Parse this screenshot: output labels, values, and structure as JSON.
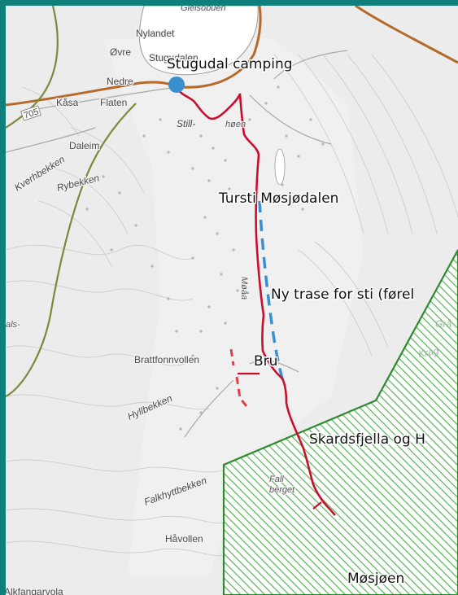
{
  "map": {
    "route_labels": {
      "camping": "Stugudal camping",
      "tursti": "Tursti Møsjødalen",
      "ny_trase": "Ny trase for sti (førel",
      "bru": "Bru",
      "skardsfjella": "Skardsfjella og H",
      "mosjoen": "Møsjøen"
    },
    "place_names": {
      "gieisobuen": "Gielsobuen",
      "nylandet": "Nylandet",
      "ovre": "Øvre",
      "stugudalen": "Stugudalen",
      "nedre": "Nedre",
      "kasa": "Kåsa",
      "flaten": "Flaten",
      "still_haen": "Still-",
      "still_haen2": "høen",
      "daleim": "Daleim",
      "kverhbekken": "Kverhbekken",
      "rybekken": "Rybekken",
      "moaa": "Møåa",
      "brattfonnvollen": "Brattfonnvollen",
      "hyllbekken": "Hyllbekken",
      "falkhyttbekken": "Falkhyttbekken",
      "havollen": "Håvollen",
      "fall": "Fall",
      "berget": "berget",
      "alkfangarvola": "Alkfangarvola",
      "als": "als-",
      "gra": "Grå",
      "krag": "Krag",
      "road_number": "705"
    },
    "colors": {
      "trail_red": "#c8102e",
      "trail_blue_dashed": "#3a8fd0",
      "trail_red_dashed": "#e0404a",
      "road_brown": "#b56a2a",
      "boundary_olive": "#7a8a3a",
      "protected_area_green": "#2d8a2d",
      "camping_marker": "#3a8fd0",
      "frame": "#0f7f7b"
    },
    "icons": {
      "camping_marker": "circle-marker-icon"
    }
  }
}
